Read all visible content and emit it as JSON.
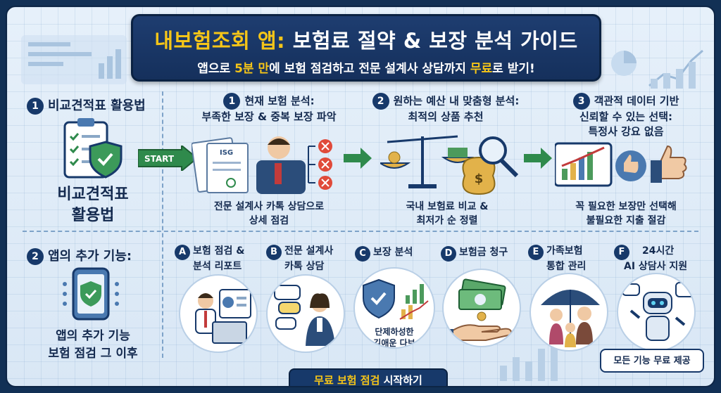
{
  "header": {
    "title_accent": "내보험조회 앱:",
    "title_rest": " 보험료 절약 & 보장 분석 가이드",
    "subtitle_a": "앱으로 ",
    "subtitle_hl1": "5분 만",
    "subtitle_b": "에 보험 점검하고 전문 설계사 상담까지 ",
    "subtitle_hl2": "무료",
    "subtitle_c": "로 받기!"
  },
  "section1": {
    "num": "1",
    "title": "비교견적표 활용법",
    "big_label_1": "비교견적표",
    "big_label_2": "활용법",
    "start": "START"
  },
  "steps": [
    {
      "num": "1",
      "title_1": "현재 보험 분석:",
      "title_2": "부족한 보장 & 중복 보장 파악",
      "desc_1": "전문 설계사 카톡 상담으로",
      "desc_2": "상세 점검",
      "doc_label": "ISG"
    },
    {
      "num": "2",
      "title_1": "원하는 예산 내 맞춤형 분석:",
      "title_2": "최적의 상품 추천",
      "desc_1": "국내 보험료 비교 &",
      "desc_2": "최저가 순 정렬"
    },
    {
      "num": "3",
      "title_1": "객관적 데이터 기반",
      "title_2": "신뢰할 수 있는 선택:",
      "title_3": "특정사 강요 없음",
      "desc_1": "꼭 필요한 보장만 선택해",
      "desc_2": "불필요한 지출 절감"
    }
  ],
  "section2": {
    "num": "2",
    "title": "앱의 추가 기능:",
    "big_label_1": "앱의 추가 기능",
    "big_label_2": "보험 점검 그 이후"
  },
  "features": [
    {
      "letter": "A",
      "label_1": "보험 점검 &",
      "label_2": "분석 리포트"
    },
    {
      "letter": "B",
      "label_1": "전문 설계사",
      "label_2": "카톡 상담"
    },
    {
      "letter": "C",
      "label_1": "보장 분석",
      "label_2": "",
      "extra_1": "단제하성한",
      "extra_2": "깊애운 다브"
    },
    {
      "letter": "D",
      "label_1": "보험금 청구",
      "label_2": ""
    },
    {
      "letter": "E",
      "label_1": "가족보험",
      "label_2": "통합 관리"
    },
    {
      "letter": "F",
      "label_1": "24시간",
      "label_2": "AI 상담사 지원"
    }
  ],
  "footer": {
    "start_hl": "무료 보험 점검",
    "start_rest": " 시작하기",
    "free_badge": "모든 기능 무료 제공"
  }
}
